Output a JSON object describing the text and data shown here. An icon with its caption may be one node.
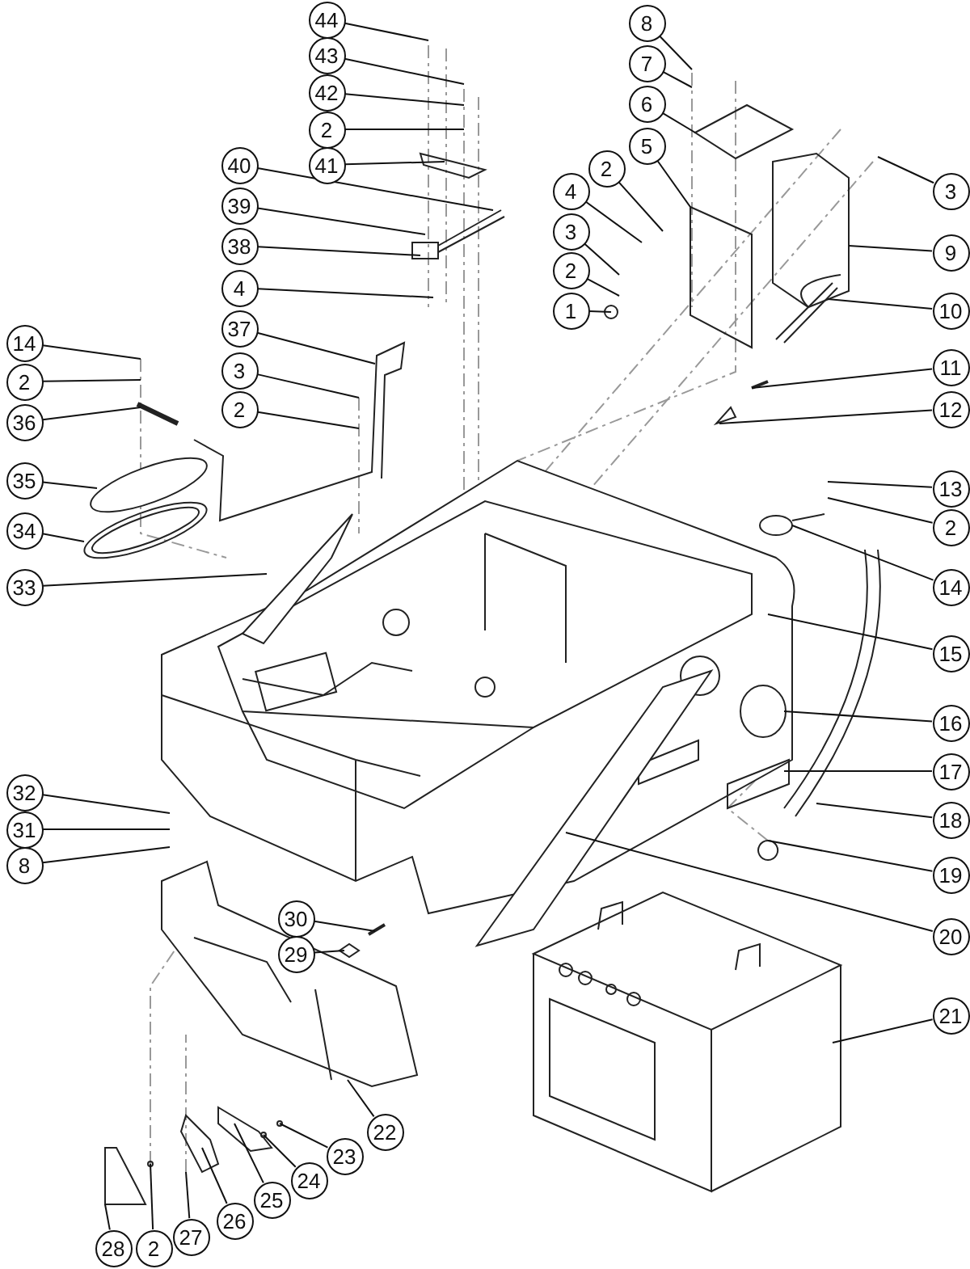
{
  "diagram": {
    "nodes": [
      {
        "text": [
          "44"
        ]
      },
      {
        "text": [
          "43"
        ]
      },
      {
        "text": [
          "42"
        ]
      },
      {
        "text": [
          "2"
        ]
      },
      {
        "text": [
          "41"
        ]
      },
      {
        "text": [
          "40"
        ]
      },
      {
        "text": [
          "39"
        ]
      },
      {
        "text": [
          "38"
        ]
      },
      {
        "text": [
          "4"
        ]
      },
      {
        "text": [
          "37"
        ]
      },
      {
        "text": [
          "3"
        ]
      },
      {
        "text": [
          "2"
        ]
      },
      {
        "text": [
          "8"
        ]
      },
      {
        "text": [
          "7"
        ]
      },
      {
        "text": [
          "6"
        ]
      },
      {
        "text": [
          "5"
        ]
      },
      {
        "text": [
          "2"
        ]
      },
      {
        "text": [
          "4"
        ]
      },
      {
        "text": [
          "3"
        ]
      },
      {
        "text": [
          "2"
        ]
      },
      {
        "text": [
          "1"
        ]
      },
      {
        "text": [
          "3"
        ]
      },
      {
        "text": [
          "9"
        ]
      },
      {
        "text": [
          "10"
        ]
      },
      {
        "text": [
          "11"
        ]
      },
      {
        "text": [
          "12"
        ]
      },
      {
        "text": [
          "14"
        ]
      },
      {
        "text": [
          "2"
        ]
      },
      {
        "text": [
          "36"
        ]
      },
      {
        "text": [
          "35"
        ]
      },
      {
        "text": [
          "34"
        ]
      },
      {
        "text": [
          "33"
        ]
      },
      {
        "text": [
          "13"
        ]
      },
      {
        "text": [
          "2"
        ]
      },
      {
        "text": [
          "14"
        ]
      },
      {
        "text": [
          "15"
        ]
      },
      {
        "text": [
          "16"
        ]
      },
      {
        "text": [
          "17"
        ]
      },
      {
        "text": [
          "18"
        ]
      },
      {
        "text": [
          "19"
        ]
      },
      {
        "text": [
          "20"
        ]
      },
      {
        "text": [
          "32"
        ]
      },
      {
        "text": [
          "31"
        ]
      },
      {
        "text": [
          "8"
        ]
      },
      {
        "text": [
          "30"
        ]
      },
      {
        "text": [
          "29"
        ]
      },
      {
        "text": [
          "21"
        ]
      },
      {
        "text": [
          "22"
        ]
      },
      {
        "text": [
          "23"
        ]
      },
      {
        "text": [
          "24"
        ]
      },
      {
        "text": [
          "25"
        ]
      },
      {
        "text": [
          "26"
        ]
      },
      {
        "text": [
          "27"
        ]
      },
      {
        "text": [
          "2"
        ]
      },
      {
        "text": [
          "28"
        ]
      }
    ],
    "edges": [
      {
        "from": 0,
        "to": null,
        "arrow": "none"
      },
      {
        "from": 1,
        "to": null,
        "arrow": "none"
      },
      {
        "from": 2,
        "to": null,
        "arrow": "none"
      },
      {
        "from": 3,
        "to": null,
        "arrow": "none"
      },
      {
        "from": 4,
        "to": null,
        "arrow": "none"
      },
      {
        "from": 5,
        "to": null,
        "arrow": "none"
      },
      {
        "from": 6,
        "to": null,
        "arrow": "none"
      },
      {
        "from": 7,
        "to": null,
        "arrow": "none"
      },
      {
        "from": 8,
        "to": null,
        "arrow": "none"
      },
      {
        "from": 9,
        "to": null,
        "arrow": "none"
      },
      {
        "from": 10,
        "to": null,
        "arrow": "none"
      },
      {
        "from": 11,
        "to": null,
        "arrow": "none"
      },
      {
        "from": 12,
        "to": null,
        "arrow": "none"
      },
      {
        "from": 13,
        "to": null,
        "arrow": "none"
      },
      {
        "from": 14,
        "to": null,
        "arrow": "none"
      },
      {
        "from": 15,
        "to": null,
        "arrow": "none"
      },
      {
        "from": 16,
        "to": null,
        "arrow": "none"
      },
      {
        "from": 17,
        "to": null,
        "arrow": "none"
      },
      {
        "from": 18,
        "to": null,
        "arrow": "none"
      },
      {
        "from": 19,
        "to": null,
        "arrow": "none"
      },
      {
        "from": 20,
        "to": null,
        "arrow": "none"
      },
      {
        "from": 21,
        "to": null,
        "arrow": "none"
      },
      {
        "from": 22,
        "to": null,
        "arrow": "none"
      },
      {
        "from": 23,
        "to": null,
        "arrow": "none"
      },
      {
        "from": 24,
        "to": null,
        "arrow": "none"
      },
      {
        "from": 25,
        "to": null,
        "arrow": "none"
      },
      {
        "from": 26,
        "to": null,
        "arrow": "none"
      },
      {
        "from": 27,
        "to": null,
        "arrow": "none"
      },
      {
        "from": 28,
        "to": null,
        "arrow": "none"
      },
      {
        "from": 29,
        "to": null,
        "arrow": "none"
      },
      {
        "from": 30,
        "to": null,
        "arrow": "none"
      },
      {
        "from": 31,
        "to": null,
        "arrow": "none"
      },
      {
        "from": 32,
        "to": null,
        "arrow": "none"
      },
      {
        "from": 33,
        "to": null,
        "arrow": "none"
      },
      {
        "from": 34,
        "to": null,
        "arrow": "none"
      },
      {
        "from": 35,
        "to": null,
        "arrow": "none"
      },
      {
        "from": 36,
        "to": null,
        "arrow": "none"
      },
      {
        "from": 37,
        "to": null,
        "arrow": "none"
      },
      {
        "from": 38,
        "to": null,
        "arrow": "none"
      },
      {
        "from": 39,
        "to": null,
        "arrow": "none"
      },
      {
        "from": 40,
        "to": null,
        "arrow": "none"
      },
      {
        "from": 41,
        "to": null,
        "arrow": "none"
      },
      {
        "from": 42,
        "to": null,
        "arrow": "none"
      },
      {
        "from": 43,
        "to": null,
        "arrow": "none"
      },
      {
        "from": 44,
        "to": null,
        "arrow": "none"
      },
      {
        "from": 45,
        "to": null,
        "arrow": "none"
      },
      {
        "from": 46,
        "to": null,
        "arrow": "none"
      },
      {
        "from": 47,
        "to": null,
        "arrow": "none"
      },
      {
        "from": 48,
        "to": null,
        "arrow": "none"
      },
      {
        "from": 49,
        "to": null,
        "arrow": "none"
      },
      {
        "from": 50,
        "to": null,
        "arrow": "none"
      },
      {
        "from": 51,
        "to": null,
        "arrow": "none"
      },
      {
        "from": 52,
        "to": null,
        "arrow": "none"
      },
      {
        "from": 53,
        "to": null,
        "arrow": "none"
      },
      {
        "from": 54,
        "to": null,
        "arrow": "none"
      }
    ]
  }
}
